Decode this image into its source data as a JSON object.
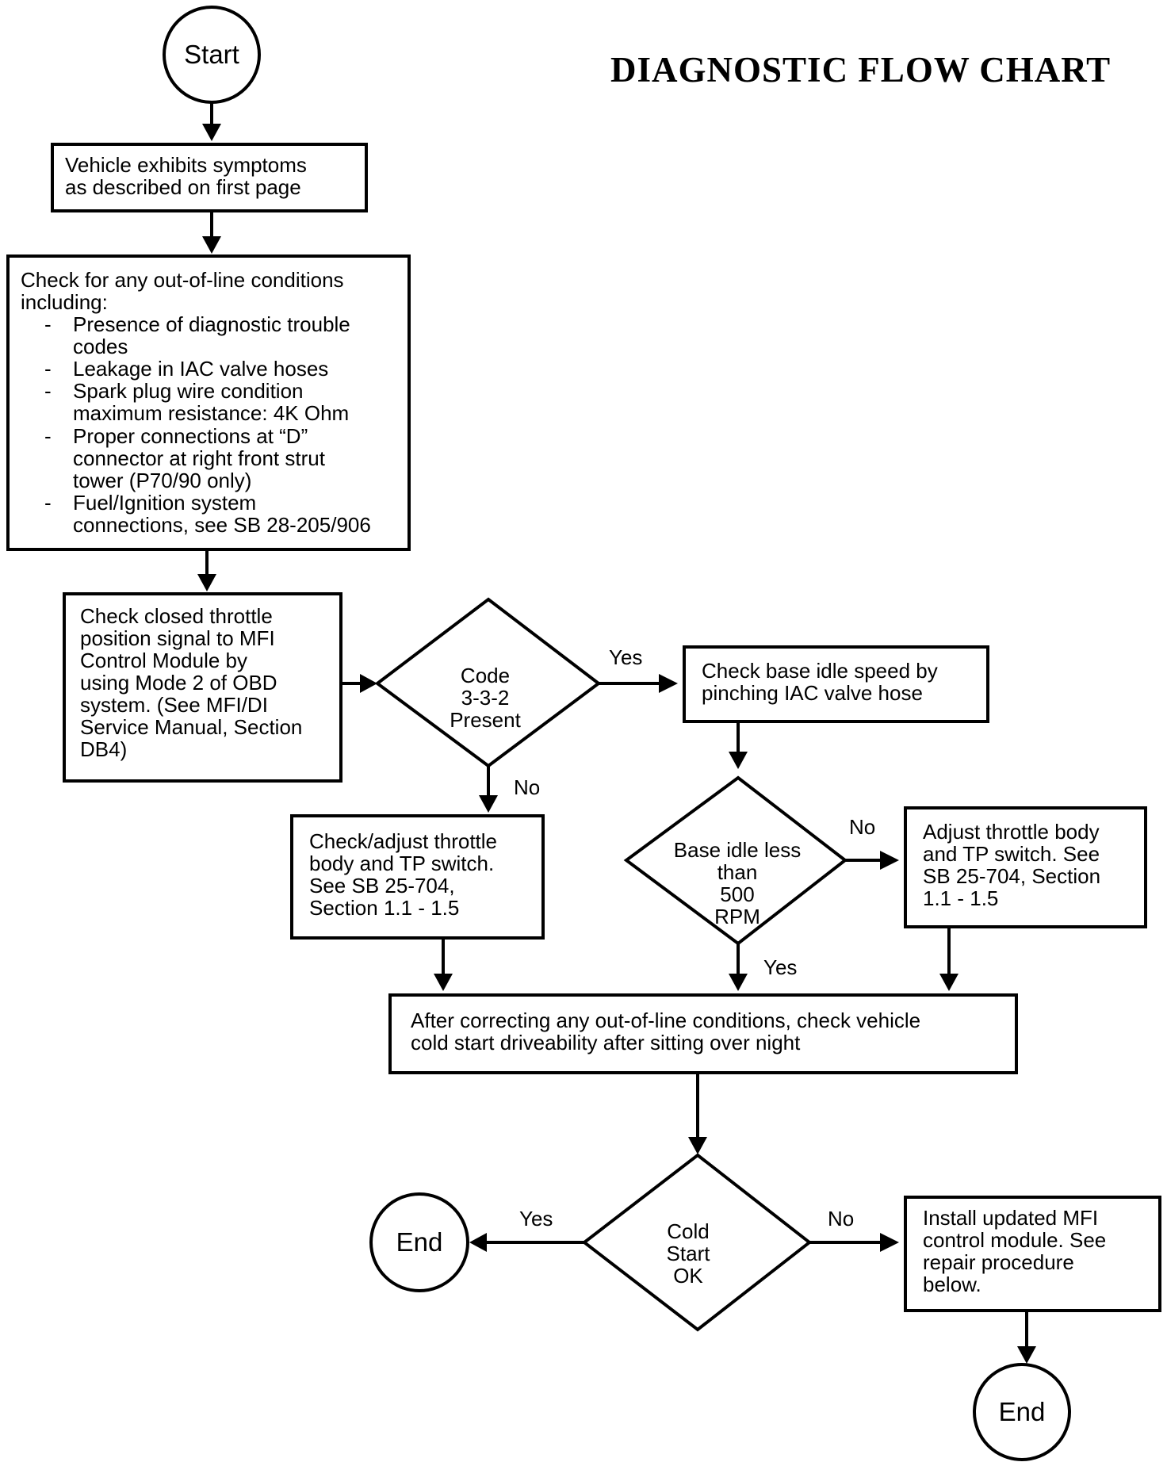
{
  "title": "DIAGNOSTIC FLOW CHART",
  "nodes": {
    "start": "Start",
    "symptoms": [
      "Vehicle exhibits symptoms",
      "as described on first page"
    ],
    "check_conditions": {
      "intro": [
        "Check for any out-of-line conditions",
        "including:"
      ],
      "items": [
        {
          "dash": "-",
          "lines": [
            "Presence of diagnostic trouble",
            "codes"
          ]
        },
        {
          "dash": "-",
          "lines": [
            "Leakage in IAC valve hoses"
          ]
        },
        {
          "dash": "-",
          "lines": [
            "Spark plug wire condition",
            "maximum resistance: 4K Ohm"
          ]
        },
        {
          "dash": "-",
          "lines": [
            "Proper connections at “D”",
            "connector at right front strut",
            "tower (P70/90 only)"
          ]
        },
        {
          "dash": "-",
          "lines": [
            "Fuel/Ignition system",
            "connections, see SB 28-205/906"
          ]
        }
      ]
    },
    "check_tp_signal": [
      "Check closed throttle",
      "position signal to MFI",
      "Control Module by",
      "using Mode 2 of OBD",
      "system.  (See MFI/DI",
      "Service Manual, Section",
      "DB4)"
    ],
    "decision_code": [
      "Code",
      "3-3-2",
      "Present"
    ],
    "check_base_idle": [
      "Check base idle speed by",
      "pinching IAC valve hose"
    ],
    "check_adjust_tp": [
      "Check/adjust throttle",
      "body and TP switch.",
      "See SB 25-704,",
      "Section 1.1 - 1.5"
    ],
    "decision_idle": [
      "Base idle less",
      "than",
      "500",
      "RPM"
    ],
    "adjust_tp": [
      "Adjust throttle body",
      "and TP switch.  See",
      "SB 25-704, Section",
      "1.1 - 1.5"
    ],
    "after_correcting": [
      "After correcting any out-of-line conditions, check vehicle",
      "cold start driveability after sitting over night"
    ],
    "decision_cold": [
      "Cold",
      "Start",
      "OK"
    ],
    "install_mfi": [
      "Install updated MFI",
      "control module.  See",
      "repair procedure",
      "below."
    ],
    "end_left": "End",
    "end_right": "End"
  },
  "edge_labels": {
    "code_yes": "Yes",
    "code_no": "No",
    "idle_no": "No",
    "idle_yes": "Yes",
    "cold_yes": "Yes",
    "cold_no": "No"
  }
}
